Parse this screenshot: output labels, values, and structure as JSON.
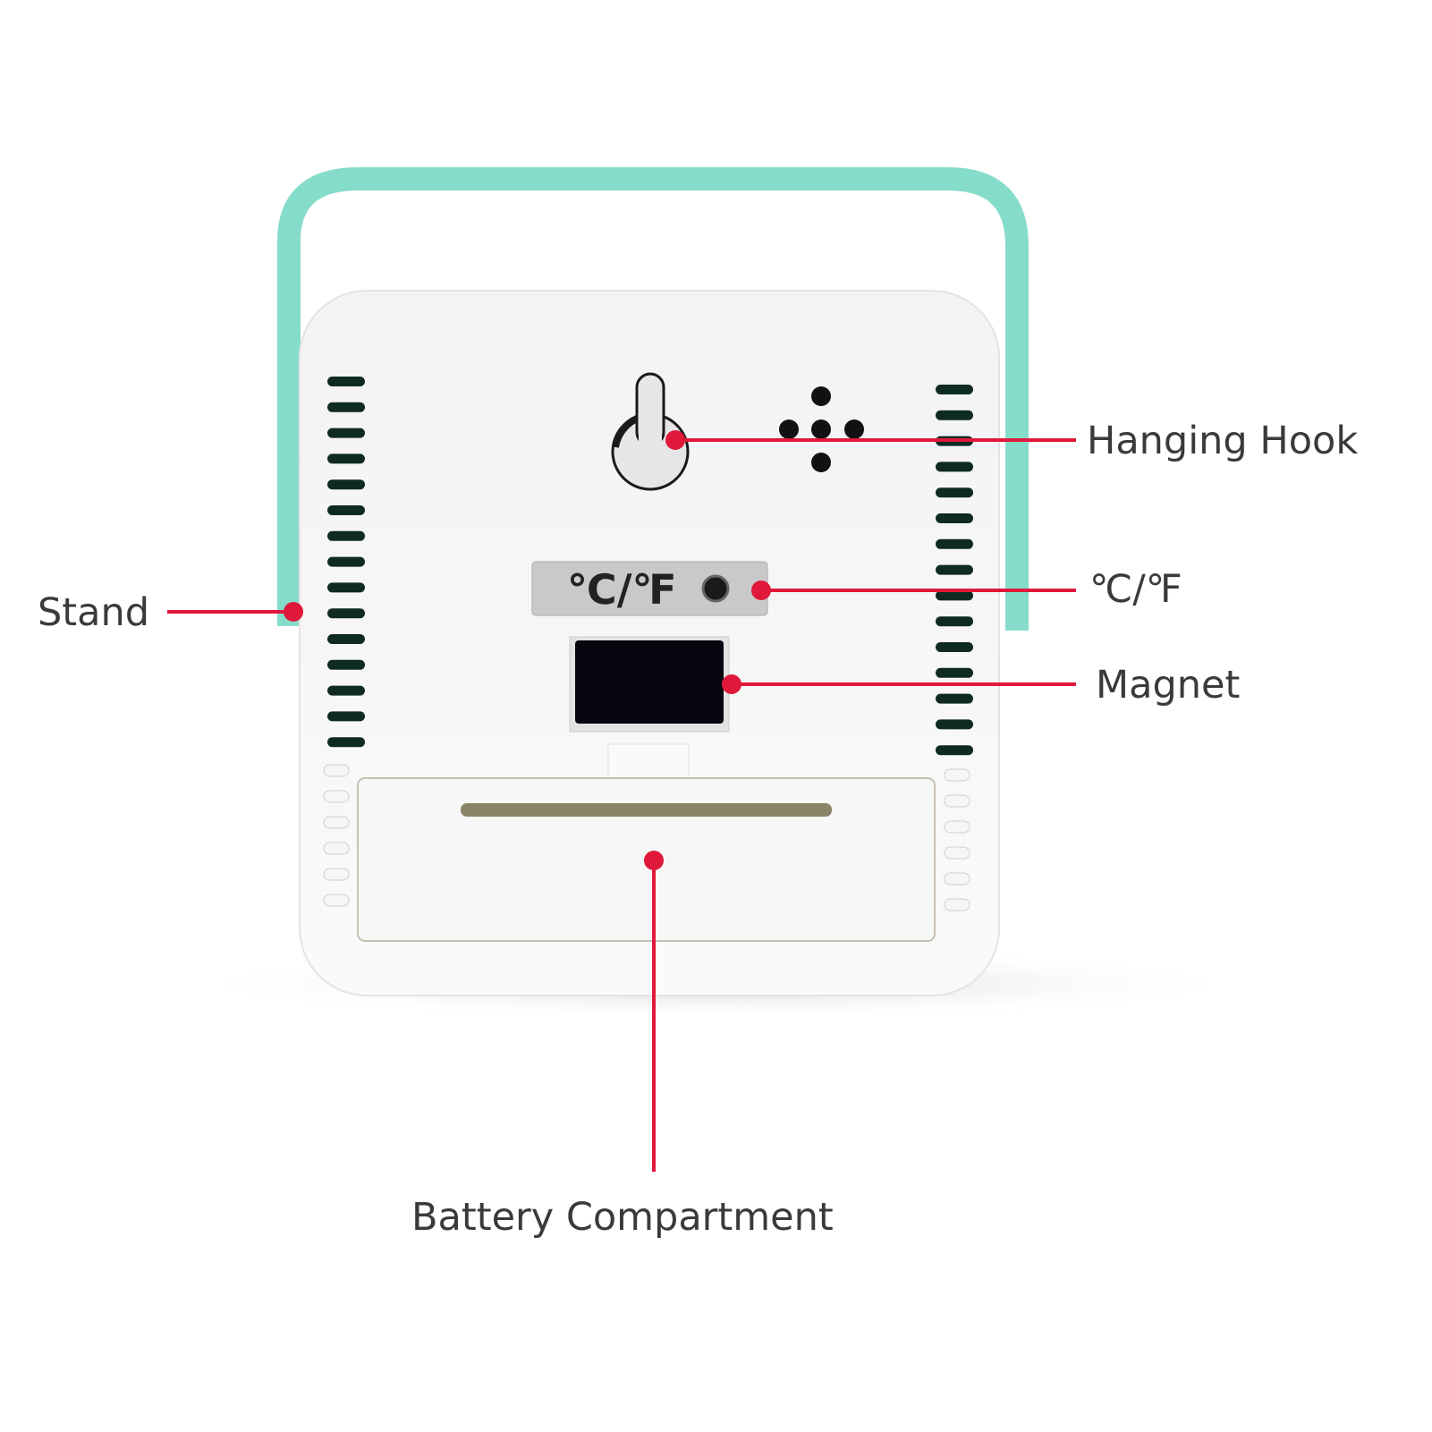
{
  "labels": {
    "hanging_hook": "Hanging Hook",
    "unit_switch": "℃/℉",
    "magnet": "Magnet",
    "stand": "Stand",
    "battery": "Battery Compartment"
  },
  "device": {
    "button_text": "℃/℉"
  },
  "colors": {
    "callout": "#e0193a",
    "handle": "#86dccb",
    "body": "#f4f4f4",
    "text": "#3a3a3a"
  }
}
